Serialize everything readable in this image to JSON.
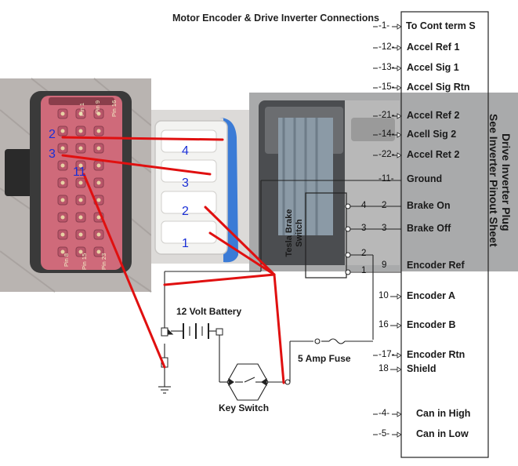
{
  "title": "Motor Encoder & Drive Inverter Connections",
  "inverter": {
    "plug_label": "Drive Inverter Plug",
    "sheet_label": "See Inverter Pinout Sheet",
    "pins": [
      {
        "pin": "1",
        "label": "To Cont term S"
      },
      {
        "pin": "12",
        "label": "Accel Ref 1"
      },
      {
        "pin": "13",
        "label": "Accel Sig 1"
      },
      {
        "pin": "15",
        "label": "Accel Sig Rtn"
      },
      {
        "pin": "21",
        "label": "Accel Ref 2"
      },
      {
        "pin": "14",
        "label": "Acell Sig 2"
      },
      {
        "pin": "22",
        "label": "Accel Ret 2"
      },
      {
        "pin": "11",
        "label": "Ground"
      },
      {
        "pin": "2",
        "label": "Brake On"
      },
      {
        "pin": "3",
        "label": "Brake Off"
      },
      {
        "pin": "9",
        "label": "Encoder Ref"
      },
      {
        "pin": "10",
        "label": "Encoder A"
      },
      {
        "pin": "16",
        "label": "Encoder B"
      },
      {
        "pin": "17",
        "label": "Encoder Rtn"
      },
      {
        "pin": "18",
        "label": "Shield"
      },
      {
        "pin": "4",
        "label": "Can in High"
      },
      {
        "pin": "5",
        "label": "Can in Low"
      }
    ]
  },
  "brake_switch": {
    "label_line1": "Tesla Brake",
    "label_line2": "Switch",
    "left_pins": [
      "4",
      "3"
    ],
    "bottom_pins": [
      "2",
      "1"
    ]
  },
  "components": {
    "battery": "12 Volt Battery",
    "key_switch": "Key Switch",
    "fuse": "5 Amp Fuse"
  },
  "motor_connector": {
    "pin_labels": [
      "Pin 1",
      "Pin 9",
      "Pin 16",
      "Pin 8",
      "Pin 15",
      "Pin 23"
    ],
    "callouts": [
      "2",
      "3",
      "11"
    ]
  },
  "encoder_plug": {
    "pins": [
      "4",
      "3",
      "2",
      "1"
    ]
  },
  "colors": {
    "wire_red": "#e01010",
    "wire_black": "#111111",
    "callout_blue": "#1a2fd6",
    "connector_pink": "#d0697a",
    "plug_blue": "#3d7fd8"
  }
}
